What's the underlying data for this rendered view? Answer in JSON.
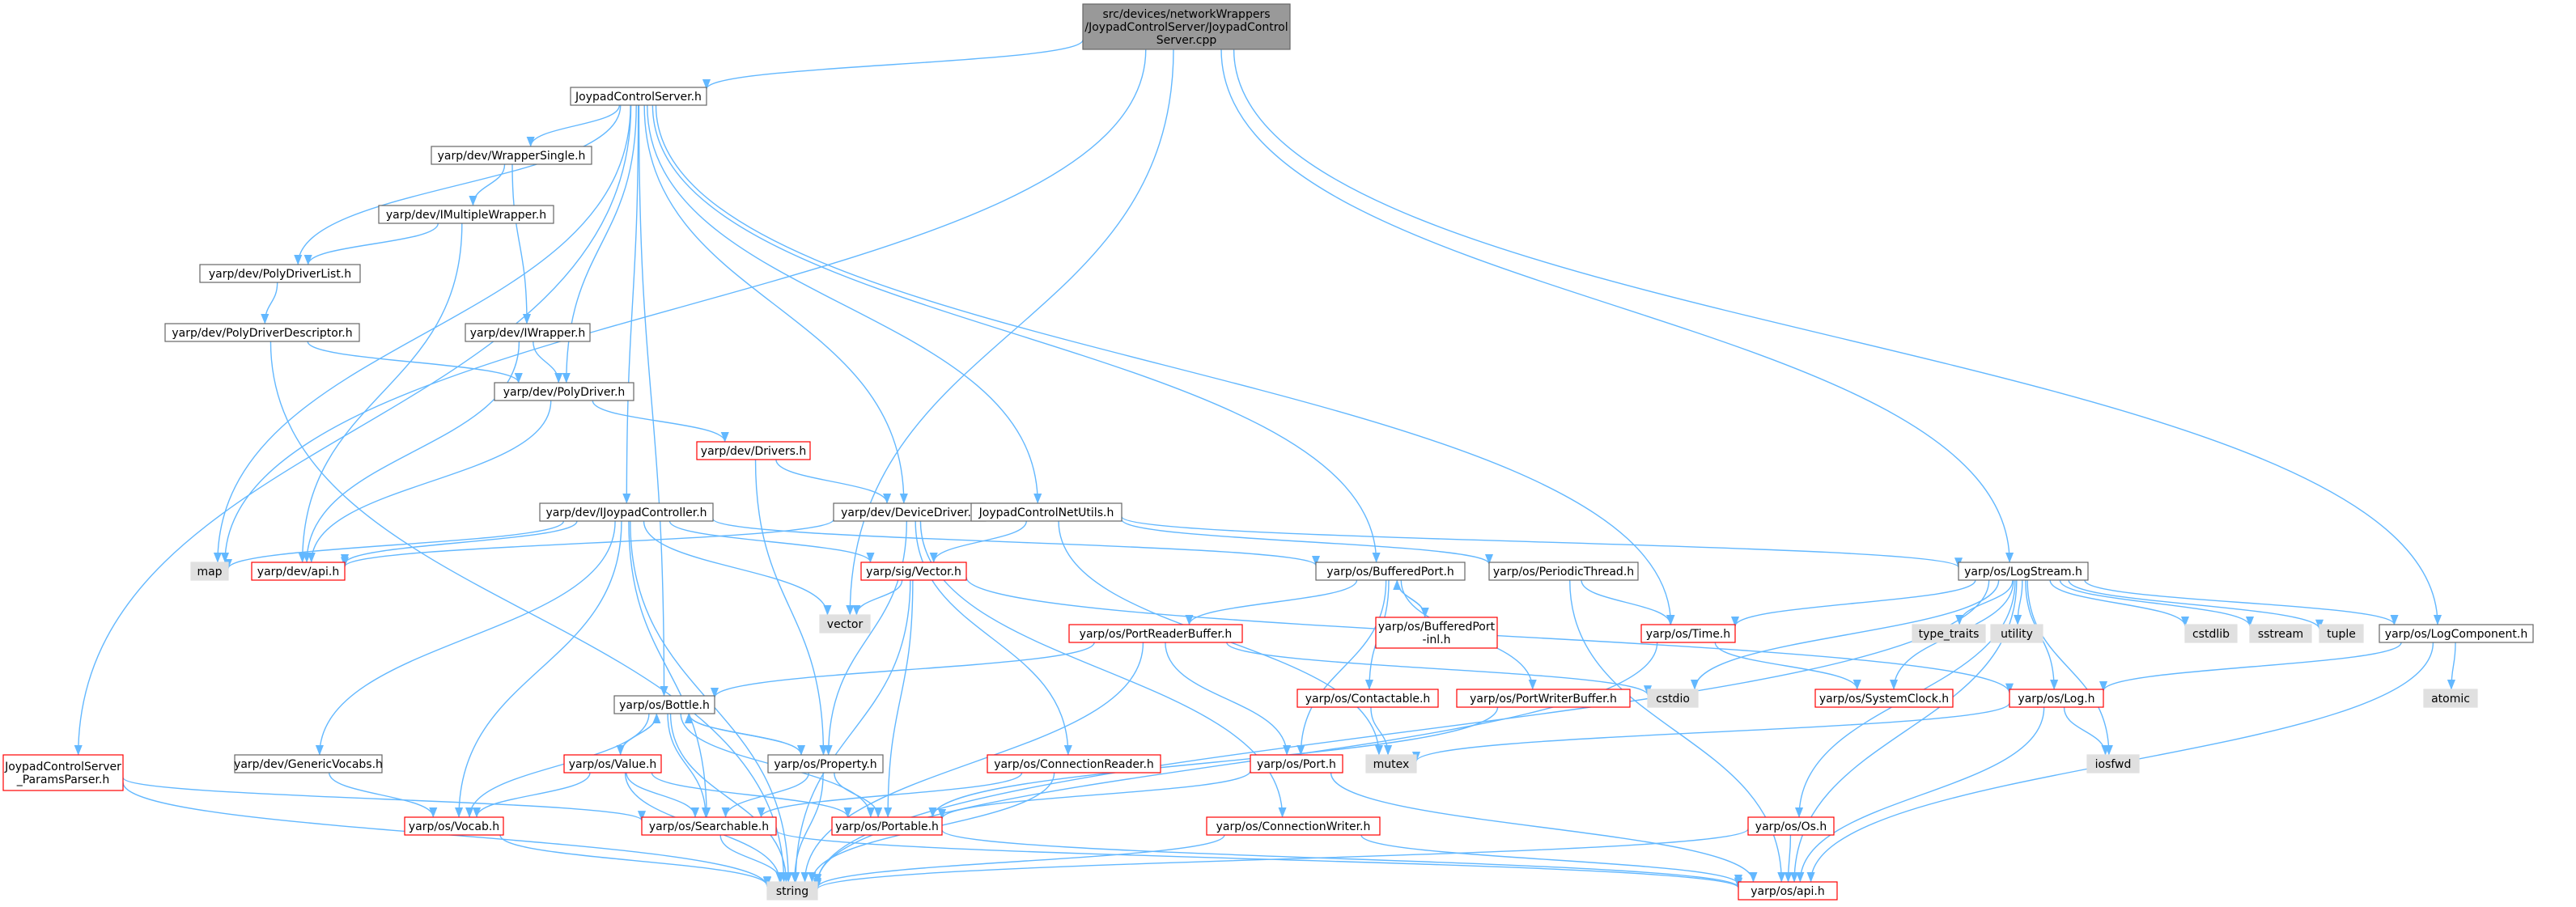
{
  "graph": {
    "kind": "include dependency graph",
    "style": {
      "edge_color": "#63b8ff",
      "root_fill": "#999999",
      "normal_border": "#666666",
      "red_border": "#ff0000",
      "gray_fill": "#e0e0e0"
    },
    "nodes": [
      {
        "id": "root",
        "label": "src/devices/networkWrappers\n/JoypadControlServer/JoypadControl\nServer.cpp",
        "style": "root"
      },
      {
        "id": "jcs_h",
        "label": "JoypadControlServer.h",
        "style": "normal"
      },
      {
        "id": "wrapsingle",
        "label": "yarp/dev/WrapperSingle.h",
        "style": "normal"
      },
      {
        "id": "imultiwrap",
        "label": "yarp/dev/IMultipleWrapper.h",
        "style": "normal"
      },
      {
        "id": "polydrvlist",
        "label": "yarp/dev/PolyDriverList.h",
        "style": "normal"
      },
      {
        "id": "polydrvdesc",
        "label": "yarp/dev/PolyDriverDescriptor.h",
        "style": "normal"
      },
      {
        "id": "iwrapper",
        "label": "yarp/dev/IWrapper.h",
        "style": "normal"
      },
      {
        "id": "polydriver",
        "label": "yarp/dev/PolyDriver.h",
        "style": "normal"
      },
      {
        "id": "drivers",
        "label": "yarp/dev/Drivers.h",
        "style": "red"
      },
      {
        "id": "ijoypad",
        "label": "yarp/dev/IJoypadController.h",
        "style": "normal"
      },
      {
        "id": "devicedriver",
        "label": "yarp/dev/DeviceDriver.h",
        "style": "normal"
      },
      {
        "id": "jcnetutils",
        "label": "JoypadControlNetUtils.h",
        "style": "normal"
      },
      {
        "id": "map",
        "label": "map",
        "style": "gray"
      },
      {
        "id": "devapi",
        "label": "yarp/dev/api.h",
        "style": "red"
      },
      {
        "id": "sigvector",
        "label": "yarp/sig/Vector.h",
        "style": "red"
      },
      {
        "id": "vector",
        "label": "vector",
        "style": "gray"
      },
      {
        "id": "bufport",
        "label": "yarp/os/BufferedPort.h",
        "style": "normal"
      },
      {
        "id": "bufportinl",
        "label": "yarp/os/BufferedPort\n-inl.h",
        "style": "red"
      },
      {
        "id": "periodic",
        "label": "yarp/os/PeriodicThread.h",
        "style": "normal"
      },
      {
        "id": "logstream",
        "label": "yarp/os/LogStream.h",
        "style": "normal"
      },
      {
        "id": "portreaderbuf",
        "label": "yarp/os/PortReaderBuffer.h",
        "style": "red"
      },
      {
        "id": "time",
        "label": "yarp/os/Time.h",
        "style": "red"
      },
      {
        "id": "type_traits",
        "label": "type_traits",
        "style": "gray"
      },
      {
        "id": "utility",
        "label": "utility",
        "style": "gray"
      },
      {
        "id": "cstdlib",
        "label": "cstdlib",
        "style": "gray"
      },
      {
        "id": "sstream",
        "label": "sstream",
        "style": "gray"
      },
      {
        "id": "tuple",
        "label": "tuple",
        "style": "gray"
      },
      {
        "id": "logcomp",
        "label": "yarp/os/LogComponent.h",
        "style": "normal"
      },
      {
        "id": "atomic",
        "label": "atomic",
        "style": "gray"
      },
      {
        "id": "bottle",
        "label": "yarp/os/Bottle.h",
        "style": "normal"
      },
      {
        "id": "contactable",
        "label": "yarp/os/Contactable.h",
        "style": "red"
      },
      {
        "id": "portwriterbuf",
        "label": "yarp/os/PortWriterBuffer.h",
        "style": "red"
      },
      {
        "id": "cstdio",
        "label": "cstdio",
        "style": "gray"
      },
      {
        "id": "sysclock",
        "label": "yarp/os/SystemClock.h",
        "style": "red"
      },
      {
        "id": "log",
        "label": "yarp/os/Log.h",
        "style": "red"
      },
      {
        "id": "iosfwd",
        "label": "iosfwd",
        "style": "gray"
      },
      {
        "id": "jcsparams",
        "label": "JoypadControlServer\n_ParamsParser.h",
        "style": "red"
      },
      {
        "id": "genvocabs",
        "label": "yarp/dev/GenericVocabs.h",
        "style": "normal"
      },
      {
        "id": "value",
        "label": "yarp/os/Value.h",
        "style": "red"
      },
      {
        "id": "property",
        "label": "yarp/os/Property.h",
        "style": "normal"
      },
      {
        "id": "connreader",
        "label": "yarp/os/ConnectionReader.h",
        "style": "red"
      },
      {
        "id": "mutex",
        "label": "mutex",
        "style": "gray"
      },
      {
        "id": "port",
        "label": "yarp/os/Port.h",
        "style": "red"
      },
      {
        "id": "vocab",
        "label": "yarp/os/Vocab.h",
        "style": "red"
      },
      {
        "id": "searchable",
        "label": "yarp/os/Searchable.h",
        "style": "red"
      },
      {
        "id": "portable",
        "label": "yarp/os/Portable.h",
        "style": "red"
      },
      {
        "id": "connwriter",
        "label": "yarp/os/ConnectionWriter.h",
        "style": "red"
      },
      {
        "id": "os_h",
        "label": "yarp/os/Os.h",
        "style": "red"
      },
      {
        "id": "string",
        "label": "string",
        "style": "gray"
      },
      {
        "id": "osapi",
        "label": "yarp/os/api.h",
        "style": "red"
      }
    ],
    "edges": [
      [
        "root",
        "jcs_h"
      ],
      [
        "root",
        "map"
      ],
      [
        "root",
        "vector"
      ],
      [
        "root",
        "logstream"
      ],
      [
        "root",
        "logcomp"
      ],
      [
        "jcs_h",
        "wrapsingle"
      ],
      [
        "jcs_h",
        "polydrvlist"
      ],
      [
        "jcs_h",
        "polydriver"
      ],
      [
        "jcs_h",
        "ijoypad"
      ],
      [
        "jcs_h",
        "devicedriver"
      ],
      [
        "jcs_h",
        "jcnetutils"
      ],
      [
        "jcs_h",
        "bufport"
      ],
      [
        "jcs_h",
        "time"
      ],
      [
        "jcs_h",
        "map"
      ],
      [
        "jcs_h",
        "bottle"
      ],
      [
        "jcs_h",
        "jcsparams"
      ],
      [
        "wrapsingle",
        "imultiwrap"
      ],
      [
        "wrapsingle",
        "iwrapper"
      ],
      [
        "imultiwrap",
        "polydrvlist"
      ],
      [
        "imultiwrap",
        "devapi"
      ],
      [
        "polydrvlist",
        "polydrvdesc"
      ],
      [
        "polydrvdesc",
        "polydriver"
      ],
      [
        "polydrvdesc",
        "string"
      ],
      [
        "iwrapper",
        "polydriver"
      ],
      [
        "iwrapper",
        "devapi"
      ],
      [
        "polydriver",
        "drivers"
      ],
      [
        "polydriver",
        "devapi"
      ],
      [
        "drivers",
        "devicedriver"
      ],
      [
        "drivers",
        "property"
      ],
      [
        "ijoypad",
        "devapi"
      ],
      [
        "ijoypad",
        "sigvector"
      ],
      [
        "ijoypad",
        "vector"
      ],
      [
        "ijoypad",
        "map"
      ],
      [
        "ijoypad",
        "genvocabs"
      ],
      [
        "ijoypad",
        "vocab"
      ],
      [
        "ijoypad",
        "searchable"
      ],
      [
        "ijoypad",
        "string"
      ],
      [
        "ijoypad",
        "bufport"
      ],
      [
        "devicedriver",
        "devapi"
      ],
      [
        "devicedriver",
        "property"
      ],
      [
        "devicedriver",
        "connreader"
      ],
      [
        "devicedriver",
        "connwriter"
      ],
      [
        "jcnetutils",
        "sigvector"
      ],
      [
        "jcnetutils",
        "periodic"
      ],
      [
        "jcnetutils",
        "logstream"
      ],
      [
        "jcnetutils",
        "mutex"
      ],
      [
        "sigvector",
        "vector"
      ],
      [
        "sigvector",
        "portable"
      ],
      [
        "sigvector",
        "string"
      ],
      [
        "sigvector",
        "log"
      ],
      [
        "bufport",
        "portreaderbuf"
      ],
      [
        "bufport",
        "bufportinl"
      ],
      [
        "bufport",
        "contactable"
      ],
      [
        "bufport",
        "portwriterbuf"
      ],
      [
        "bufport",
        "port"
      ],
      [
        "bufportinl",
        "bufport"
      ],
      [
        "periodic",
        "time"
      ],
      [
        "periodic",
        "osapi"
      ],
      [
        "portreaderbuf",
        "bottle"
      ],
      [
        "portreaderbuf",
        "port"
      ],
      [
        "portreaderbuf",
        "cstdio"
      ],
      [
        "portreaderbuf",
        "string"
      ],
      [
        "logstream",
        "time"
      ],
      [
        "logstream",
        "type_traits"
      ],
      [
        "logstream",
        "utility"
      ],
      [
        "logstream",
        "cstdlib"
      ],
      [
        "logstream",
        "sstream"
      ],
      [
        "logstream",
        "tuple"
      ],
      [
        "logstream",
        "logcomp"
      ],
      [
        "logstream",
        "log"
      ],
      [
        "logstream",
        "sysclock"
      ],
      [
        "logstream",
        "cstdio"
      ],
      [
        "logstream",
        "iosfwd"
      ],
      [
        "logstream",
        "os_h"
      ],
      [
        "logstream",
        "string"
      ],
      [
        "logstream",
        "osapi"
      ],
      [
        "time",
        "sysclock"
      ],
      [
        "time",
        "string"
      ],
      [
        "logcomp",
        "atomic"
      ],
      [
        "logcomp",
        "log"
      ],
      [
        "logcomp",
        "osapi"
      ],
      [
        "log",
        "iosfwd"
      ],
      [
        "log",
        "mutex"
      ],
      [
        "log",
        "osapi"
      ],
      [
        "bottle",
        "value"
      ],
      [
        "bottle",
        "property"
      ],
      [
        "bottle",
        "vocab"
      ],
      [
        "bottle",
        "searchable"
      ],
      [
        "bottle",
        "portable"
      ],
      [
        "bottle",
        "string"
      ],
      [
        "value",
        "bottle"
      ],
      [
        "value",
        "vocab"
      ],
      [
        "value",
        "searchable"
      ],
      [
        "value",
        "portable"
      ],
      [
        "value",
        "string"
      ],
      [
        "property",
        "bottle"
      ],
      [
        "property",
        "searchable"
      ],
      [
        "property",
        "portable"
      ],
      [
        "property",
        "string"
      ],
      [
        "contactable",
        "mutex"
      ],
      [
        "portwriterbuf",
        "portable"
      ],
      [
        "port",
        "portable"
      ],
      [
        "port",
        "osapi"
      ],
      [
        "connreader",
        "searchable"
      ],
      [
        "connreader",
        "string"
      ],
      [
        "jcsparams",
        "searchable"
      ],
      [
        "jcsparams",
        "string"
      ],
      [
        "genvocabs",
        "vocab"
      ],
      [
        "vocab",
        "string"
      ],
      [
        "searchable",
        "string"
      ],
      [
        "searchable",
        "osapi"
      ],
      [
        "portable",
        "osapi"
      ],
      [
        "connwriter",
        "string"
      ],
      [
        "connwriter",
        "osapi"
      ],
      [
        "os_h",
        "string"
      ],
      [
        "os_h",
        "osapi"
      ]
    ]
  }
}
